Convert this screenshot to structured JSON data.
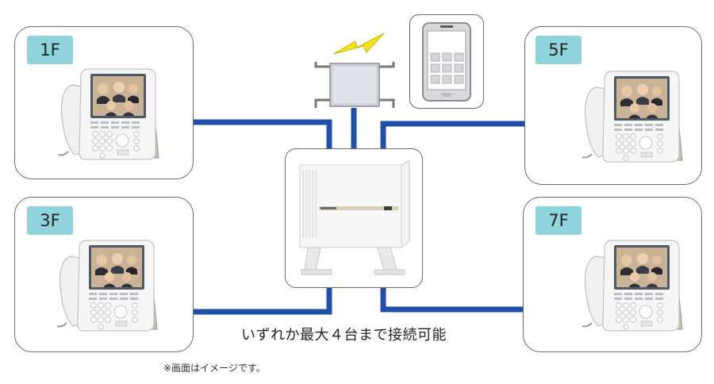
{
  "floors": [
    {
      "id": "1f",
      "label": "1F"
    },
    {
      "id": "3f",
      "label": "3F"
    },
    {
      "id": "5f",
      "label": "5F"
    },
    {
      "id": "7f",
      "label": "7F"
    }
  ],
  "caption": "いずれか最大４台まで接続可能",
  "note": "※画面はイメージです。",
  "colors": {
    "wire": "#1f4fa8",
    "badge": "#8fd3dd",
    "border": "#6a6a6a",
    "lightning": "#f2e21a"
  },
  "icons": [
    "video-phone-icon",
    "wireless-access-point-icon",
    "lightning-icon",
    "smartphone-icon",
    "pbx-unit-icon"
  ]
}
